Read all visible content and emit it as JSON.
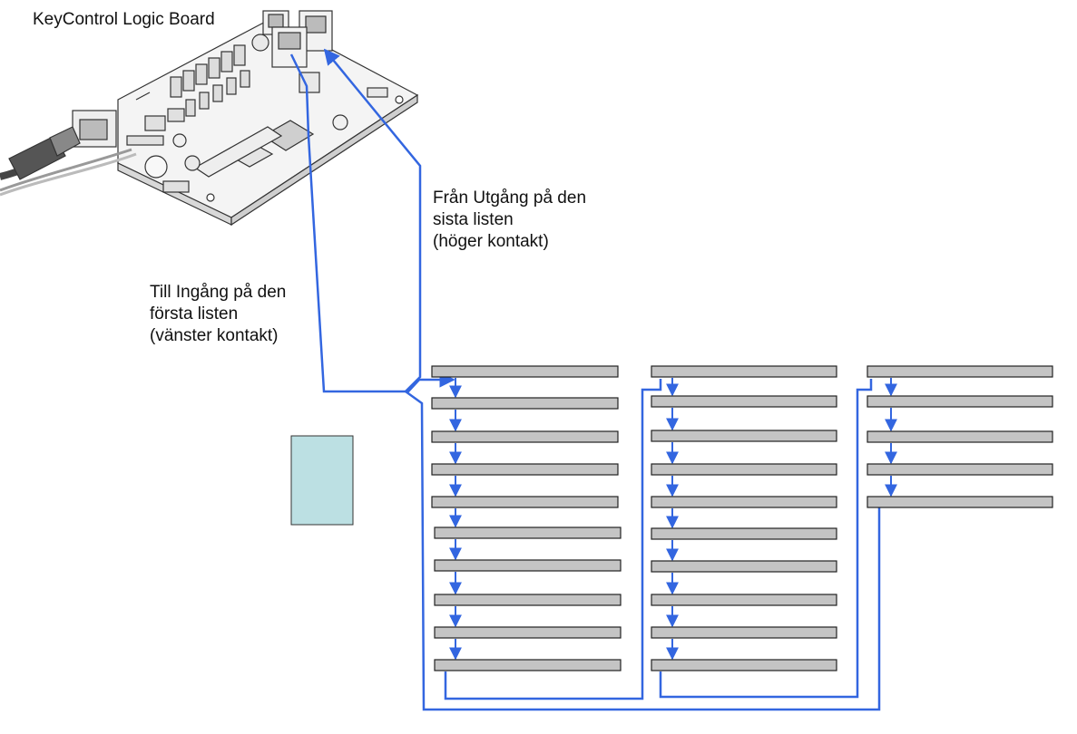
{
  "title": "KeyControl Logic Board",
  "from_label": "Från Utgång på den\nsista listen\n(höger kontakt)",
  "to_label": "Till Ingång  på den\nförsta listen\n(vänster kontakt)",
  "colors": {
    "wire": "#3366e0",
    "strip_fill": "#c4c4c4",
    "strip_border": "#222222",
    "box_fill": "#bce0e3",
    "board_line": "#333333"
  },
  "columns": [
    {
      "strip_count": 10
    },
    {
      "strip_count": 10
    },
    {
      "strip_count": 5
    }
  ],
  "icons": [
    "logic-board-illustration",
    "ethernet-cable-icon",
    "rj-connector-icon"
  ]
}
